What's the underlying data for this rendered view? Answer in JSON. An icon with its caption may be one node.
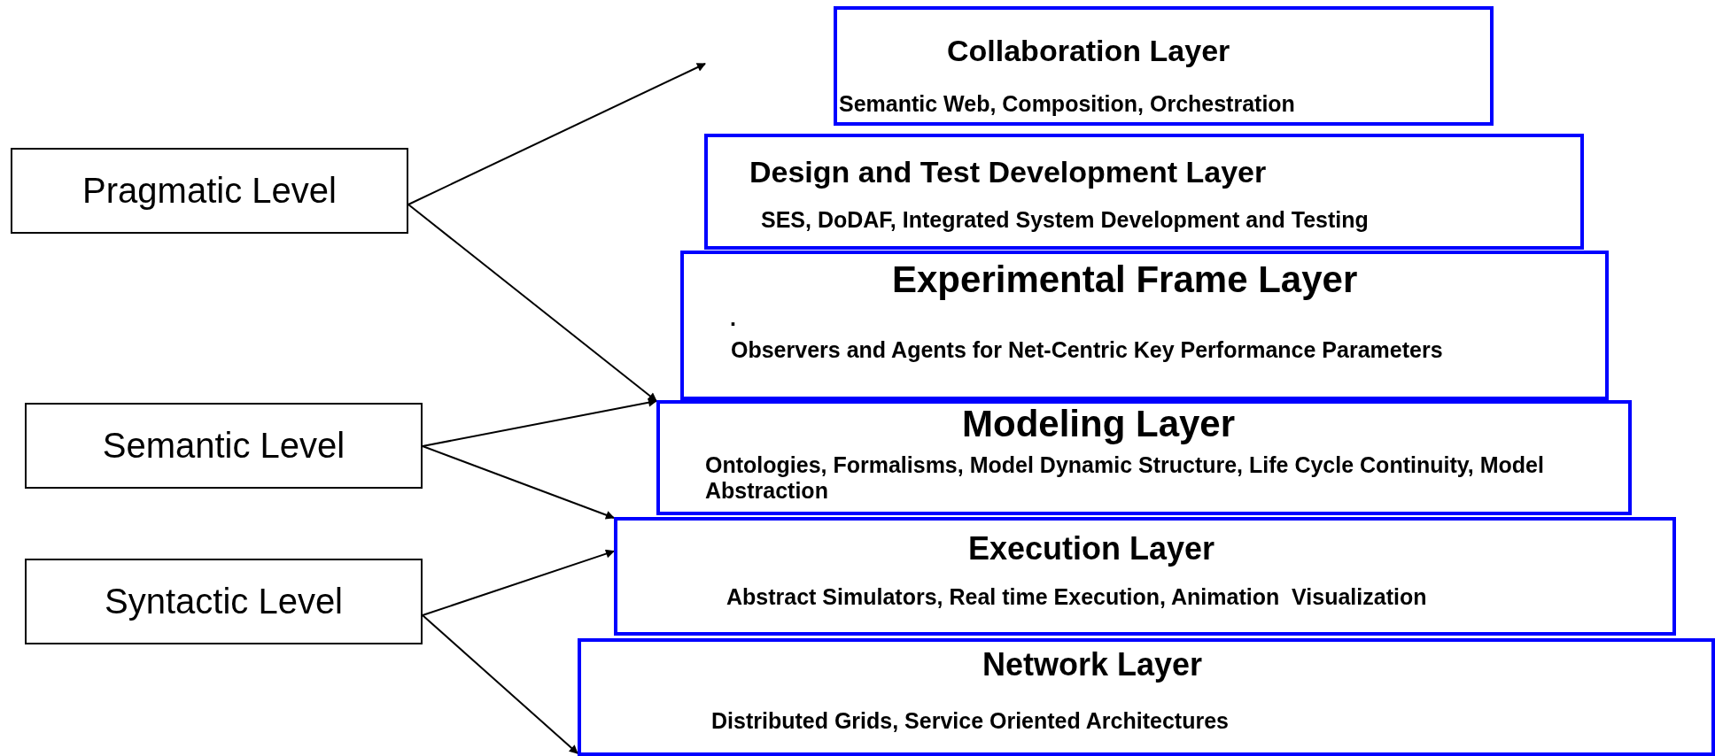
{
  "diagram": {
    "nodes": [
      {
        "text": [
          "Pragmatic Level"
        ]
      },
      {
        "text": [
          "Semantic Level"
        ]
      },
      {
        "text": [
          "Syntactic Level"
        ]
      },
      {
        "text": [
          "Collaboration Layer",
          "Semantic Web, Composition, Orchestration"
        ]
      },
      {
        "text": [
          "Design and Test Development Layer",
          "SES, DoDAF, Integrated System Development and Testing"
        ]
      },
      {
        "text": [
          "Experimental Frame Layer",
          ".",
          "Observers and Agents for Net-Centric Key Performance Parameters"
        ]
      },
      {
        "text": [
          "Modeling Layer",
          "Ontologies, Formalisms, Model Dynamic Structure, Life Cycle Continuity, Model Abstraction"
        ]
      },
      {
        "text": [
          "Execution Layer",
          "Abstract Simulators, Real time Execution, Animation  Visualization"
        ]
      },
      {
        "text": [
          "Network Layer",
          "Distributed Grids, Service Oriented Architectures"
        ]
      }
    ],
    "edges": [
      {
        "from": 0,
        "to": null,
        "arrow": "to"
      },
      {
        "from": 0,
        "to": 6,
        "arrow": "to"
      },
      {
        "from": 1,
        "to": 6,
        "arrow": "to"
      },
      {
        "from": 1,
        "to": 7,
        "arrow": "to"
      },
      {
        "from": 2,
        "to": 7,
        "arrow": "to"
      },
      {
        "from": 2,
        "to": 8,
        "arrow": "to"
      }
    ]
  }
}
